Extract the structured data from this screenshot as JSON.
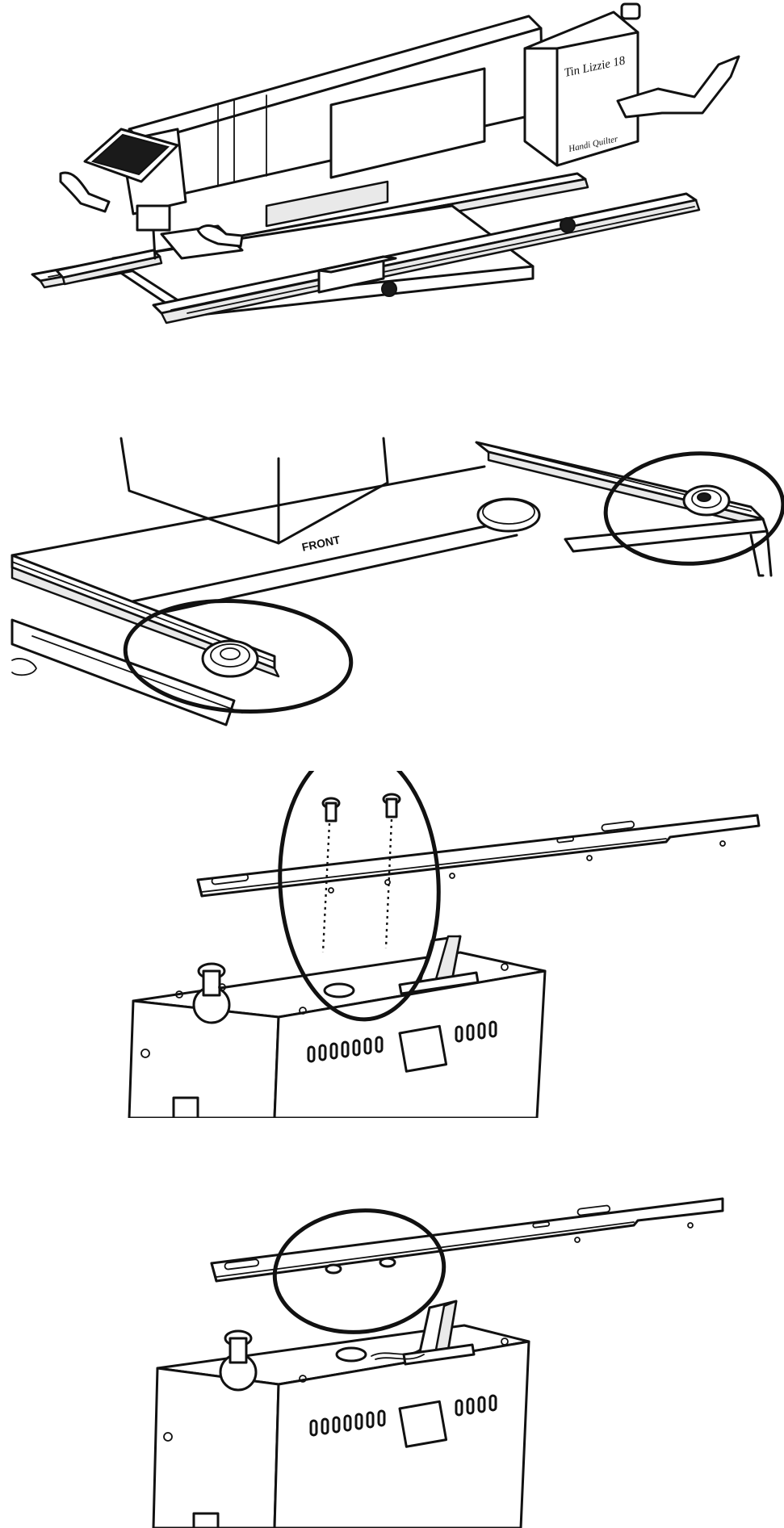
{
  "figure": {
    "background": "#ffffff",
    "ink": "#111111"
  },
  "panels": [
    {
      "id": "step1",
      "machine_brand": "Tin Lizzie 18",
      "machine_badge": "Handi Quilter",
      "icons": [
        "quilting-machine",
        "carriage-track",
        "handle-bars"
      ]
    },
    {
      "id": "step2",
      "front_label": "FRONT",
      "icons": [
        "track-rail",
        "wheel-knob",
        "highlight-circle"
      ]
    },
    {
      "id": "step3",
      "icons": [
        "mounting-plate",
        "screw",
        "motor-box",
        "highlight-circle"
      ]
    },
    {
      "id": "step4",
      "icons": [
        "mounting-plate",
        "motor-box",
        "lever",
        "highlight-circle"
      ]
    }
  ]
}
